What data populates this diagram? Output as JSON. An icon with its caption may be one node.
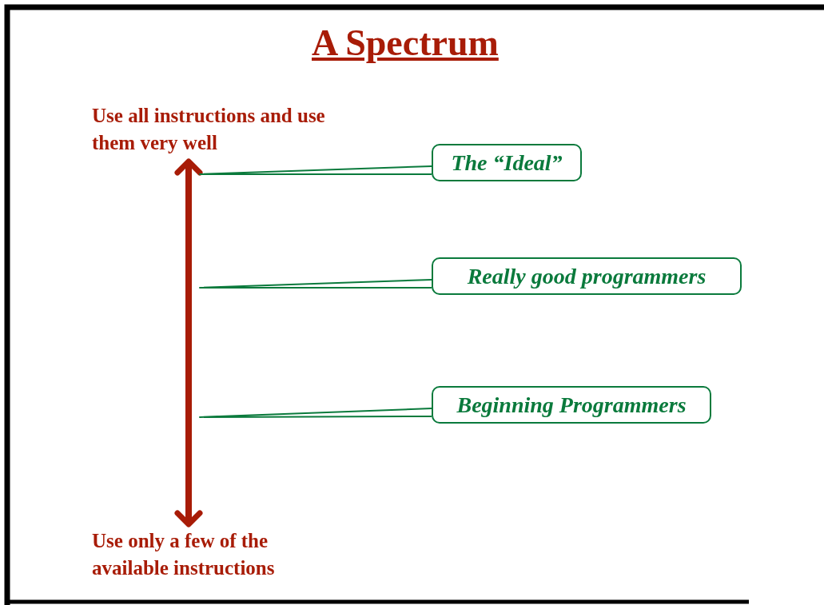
{
  "diagram": {
    "title": "A Spectrum",
    "nodes": [
      {
        "text": [
          "Use all instructions and use them very well"
        ]
      },
      {
        "text": [
          "Use only a few of the available instructions"
        ]
      },
      {
        "text": [
          "The “Ideal”"
        ]
      },
      {
        "text": [
          "Really good programmers"
        ]
      },
      {
        "text": [
          "Beginning Programmers"
        ]
      }
    ],
    "edges": [
      {
        "from": 0,
        "to": 1,
        "arrow": "both",
        "style": "thick",
        "color": "#a81c07"
      },
      {
        "from": 2,
        "to": null,
        "arrow": "none"
      },
      {
        "from": 3,
        "to": null,
        "arrow": "none"
      },
      {
        "from": 4,
        "to": null,
        "arrow": "none"
      }
    ]
  }
}
